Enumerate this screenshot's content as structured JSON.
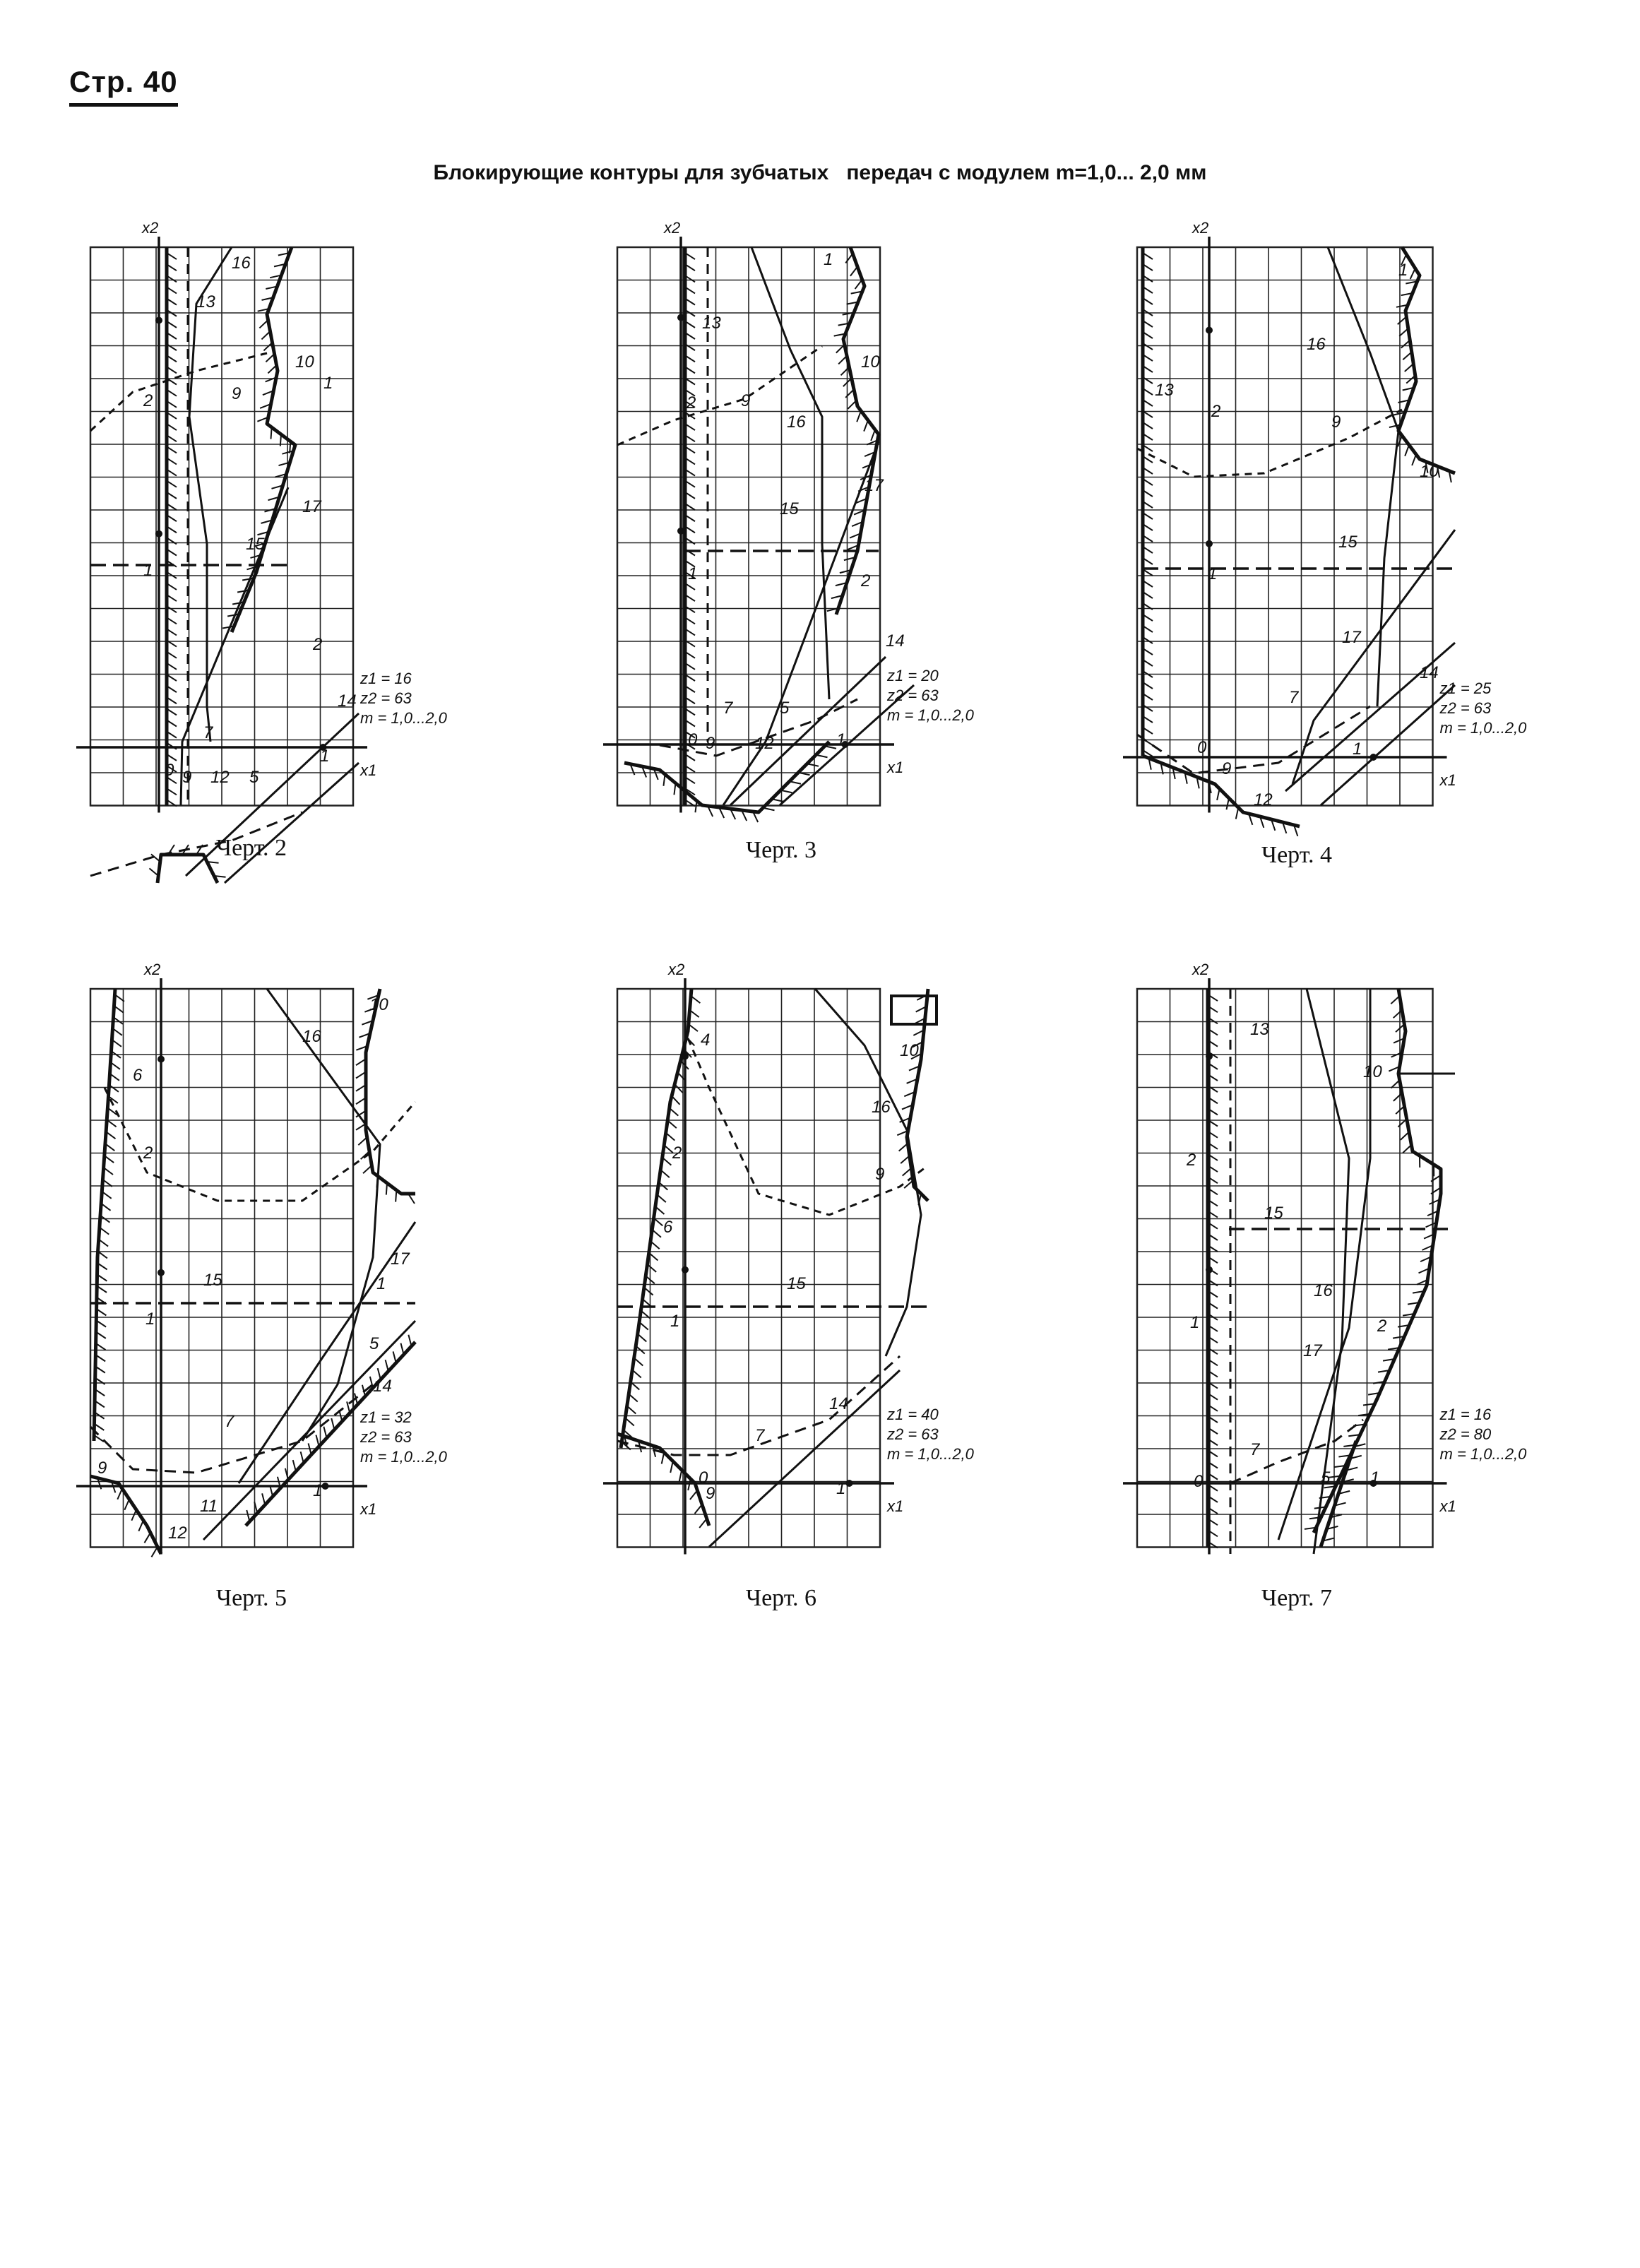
{
  "page": {
    "number": "Стр. 40",
    "title": "Блокирующие контуры для зубчатых   передач с модулем m=1,0... 2,0 мм"
  },
  "colors": {
    "ink": "#111111",
    "grid": "#222222",
    "paper": "#ffffff"
  },
  "chart_data": [
    {
      "type": "diagram",
      "caption": "Черт. 2",
      "params": [
        "z1 = 16",
        "z2 = 63",
        "m = 1,0...2,0"
      ],
      "xlabel": "x1",
      "ylabel": "x2",
      "tick_labels": [
        "0",
        "1",
        "2"
      ],
      "curve_labels": [
        "1",
        "2",
        "5",
        "7",
        "9",
        "9",
        "10",
        "12",
        "13",
        "14",
        "15",
        "16",
        "17"
      ]
    },
    {
      "type": "diagram",
      "caption": "Черт. 3",
      "params": [
        "z1 = 20",
        "z2 = 63",
        "m = 1,0...2,0"
      ],
      "xlabel": "x1",
      "ylabel": "x2",
      "tick_labels": [
        "0",
        "1",
        "1",
        "2"
      ],
      "curve_labels": [
        "1",
        "2",
        "5",
        "7",
        "9",
        "9",
        "10",
        "12",
        "13",
        "14",
        "15",
        "16",
        "17"
      ]
    },
    {
      "type": "diagram",
      "caption": "Черт. 4",
      "params": [
        "z1 = 25",
        "z2 = 63",
        "m = 1,0...2,0"
      ],
      "xlabel": "x1",
      "ylabel": "x2",
      "tick_labels": [
        "0",
        "1",
        "1",
        "2"
      ],
      "curve_labels": [
        "1",
        "7",
        "9",
        "9",
        "10",
        "12",
        "13",
        "14",
        "15",
        "16",
        "17"
      ]
    },
    {
      "type": "diagram",
      "caption": "Черт. 5",
      "params": [
        "z1 = 32",
        "z2 = 63",
        "m = 1,0...2,0"
      ],
      "xlabel": "x1",
      "ylabel": "x2",
      "tick_labels": [
        "1",
        "1",
        "2"
      ],
      "curve_labels": [
        "1",
        "5",
        "6",
        "7",
        "9",
        "10",
        "11",
        "12",
        "14",
        "15",
        "16",
        "17"
      ]
    },
    {
      "type": "diagram",
      "caption": "Черт. 6",
      "params": [
        "z1 = 40",
        "z2 = 63",
        "m = 1,0...2,0"
      ],
      "xlabel": "x1",
      "ylabel": "x2",
      "tick_labels": [
        "0",
        "1",
        "1",
        "2"
      ],
      "curve_labels": [
        "4",
        "6",
        "7",
        "9",
        "9",
        "10",
        "14",
        "15",
        "16"
      ]
    },
    {
      "type": "diagram",
      "caption": "Черт. 7",
      "params": [
        "z1 = 16",
        "z2 = 80",
        "m = 1,0...2,0"
      ],
      "xlabel": "x1",
      "ylabel": "x2",
      "tick_labels": [
        "0",
        "1",
        "1",
        "2"
      ],
      "curve_labels": [
        "2",
        "5",
        "7",
        "10",
        "13",
        "15",
        "16",
        "17"
      ]
    }
  ]
}
